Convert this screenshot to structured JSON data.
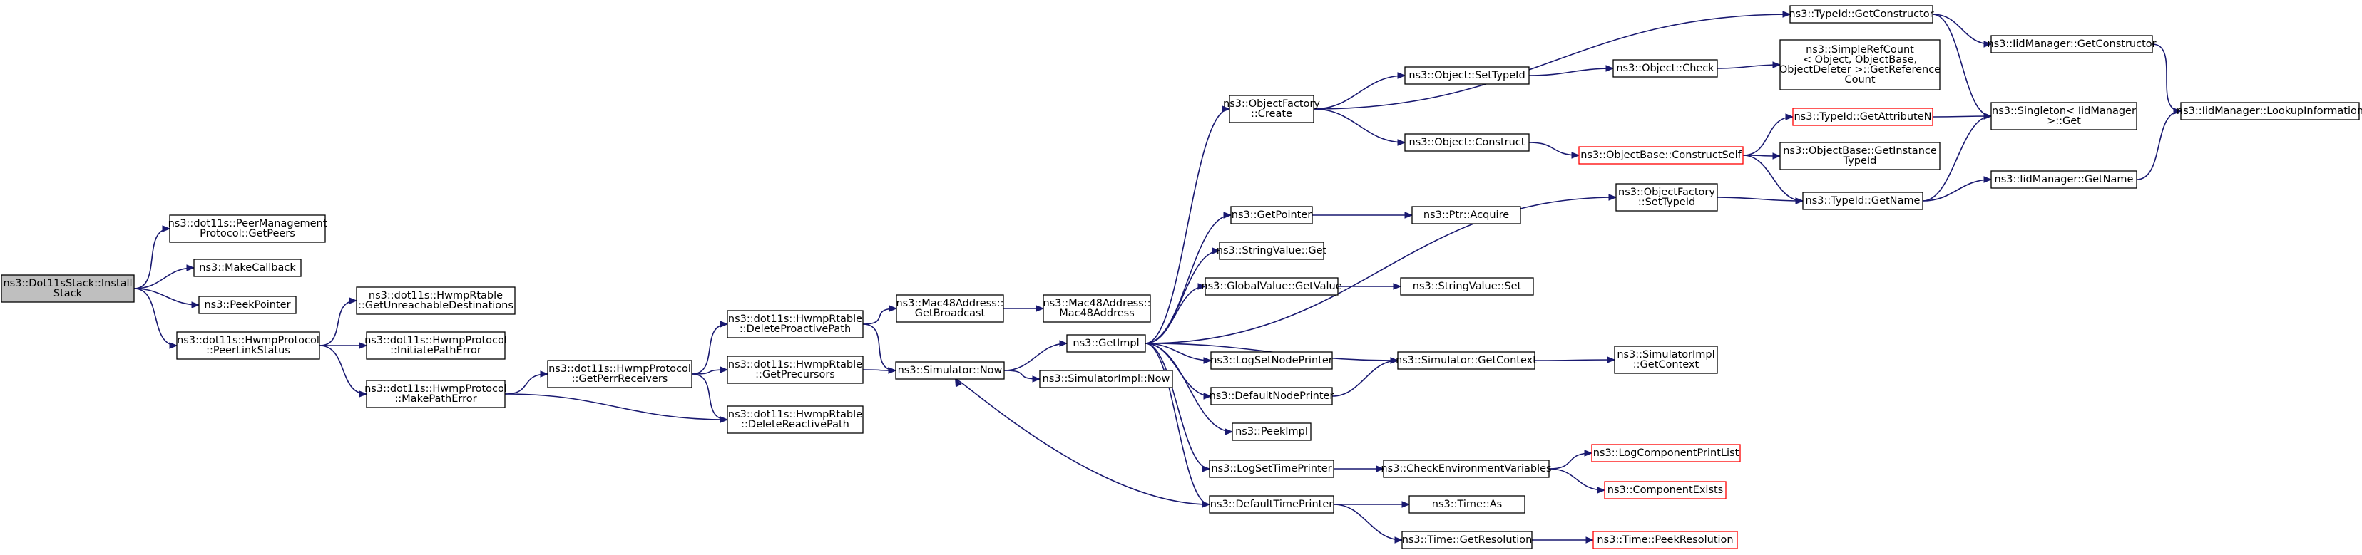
{
  "colors": {
    "edge": "#191970",
    "node_border": "#000000",
    "truncated_border": "#ff0000",
    "root_fill": "#bfbfbf",
    "node_fill": "#ffffff"
  },
  "nodes": [
    {
      "id": "n_install",
      "lines": [
        "ns3::Dot11sStack::Install",
        "Stack"
      ],
      "root": true
    },
    {
      "id": "n_getpeers",
      "lines": [
        "ns3::dot11s::PeerManagement",
        "Protocol::GetPeers"
      ]
    },
    {
      "id": "n_makecb",
      "lines": [
        "ns3::MakeCallback"
      ]
    },
    {
      "id": "n_peekptr",
      "lines": [
        "ns3::PeekPointer"
      ]
    },
    {
      "id": "n_peerlink",
      "lines": [
        "ns3::dot11s::HwmpProtocol",
        "::PeerLinkStatus"
      ]
    },
    {
      "id": "n_getunreach",
      "lines": [
        "ns3::dot11s::HwmpRtable",
        "::GetUnreachableDestinations"
      ]
    },
    {
      "id": "n_initpath",
      "lines": [
        "ns3::dot11s::HwmpProtocol",
        "::InitiatePathError"
      ]
    },
    {
      "id": "n_makepath",
      "lines": [
        "ns3::dot11s::HwmpProtocol",
        "::MakePathError"
      ]
    },
    {
      "id": "n_getperr",
      "lines": [
        "ns3::dot11s::HwmpProtocol",
        "::GetPerrReceivers"
      ]
    },
    {
      "id": "n_delproact",
      "lines": [
        "ns3::dot11s::HwmpRtable",
        "::DeleteProactivePath"
      ]
    },
    {
      "id": "n_getprec",
      "lines": [
        "ns3::dot11s::HwmpRtable",
        "::GetPrecursors"
      ]
    },
    {
      "id": "n_delreact",
      "lines": [
        "ns3::dot11s::HwmpRtable",
        "::DeleteReactivePath"
      ]
    },
    {
      "id": "n_getbcast",
      "lines": [
        "ns3::Mac48Address::",
        "GetBroadcast"
      ]
    },
    {
      "id": "n_mac48",
      "lines": [
        "ns3::Mac48Address::",
        "Mac48Address"
      ]
    },
    {
      "id": "n_simnow",
      "lines": [
        "ns3::Simulator::Now"
      ]
    },
    {
      "id": "n_getimpl",
      "lines": [
        "ns3::GetImpl"
      ]
    },
    {
      "id": "n_simimplnow",
      "lines": [
        "ns3::SimulatorImpl::Now"
      ]
    },
    {
      "id": "n_objcreate",
      "lines": [
        "ns3::ObjectFactory",
        "::Create"
      ]
    },
    {
      "id": "n_getpointer",
      "lines": [
        "ns3::GetPointer"
      ]
    },
    {
      "id": "n_strget",
      "lines": [
        "ns3::StringValue::Get"
      ]
    },
    {
      "id": "n_gvget",
      "lines": [
        "ns3::GlobalValue::GetValue"
      ]
    },
    {
      "id": "n_logsetnode",
      "lines": [
        "ns3::LogSetNodePrinter"
      ]
    },
    {
      "id": "n_defnode",
      "lines": [
        "ns3::DefaultNodePrinter"
      ]
    },
    {
      "id": "n_peekimpl",
      "lines": [
        "ns3::PeekImpl"
      ]
    },
    {
      "id": "n_logsettime",
      "lines": [
        "ns3::LogSetTimePrinter"
      ]
    },
    {
      "id": "n_deftime",
      "lines": [
        "ns3::DefaultTimePrinter"
      ]
    },
    {
      "id": "n_settypeid",
      "lines": [
        "ns3::Object::SetTypeId"
      ]
    },
    {
      "id": "n_construct",
      "lines": [
        "ns3::Object::Construct"
      ]
    },
    {
      "id": "n_ptracq",
      "lines": [
        "ns3::Ptr::Acquire"
      ]
    },
    {
      "id": "n_strset",
      "lines": [
        "ns3::StringValue::Set"
      ]
    },
    {
      "id": "n_getctx",
      "lines": [
        "ns3::Simulator::GetContext"
      ]
    },
    {
      "id": "n_checkenv",
      "lines": [
        "ns3::CheckEnvironmentVariables"
      ]
    },
    {
      "id": "n_timeas",
      "lines": [
        "ns3::Time::As"
      ]
    },
    {
      "id": "n_getres",
      "lines": [
        "ns3::Time::GetResolution"
      ]
    },
    {
      "id": "n_typegetctor",
      "lines": [
        "ns3::TypeId::GetConstructor"
      ]
    },
    {
      "id": "n_objcheck",
      "lines": [
        "ns3::Object::Check"
      ]
    },
    {
      "id": "n_constself",
      "lines": [
        "ns3::ObjectBase::ConstructSelf"
      ],
      "truncated": true
    },
    {
      "id": "n_ofsettypeid",
      "lines": [
        "ns3::ObjectFactory",
        "::SetTypeId"
      ]
    },
    {
      "id": "n_simimplctx",
      "lines": [
        "ns3::SimulatorImpl",
        "::GetContext"
      ]
    },
    {
      "id": "n_logcompprint",
      "lines": [
        "ns3::LogComponentPrintList"
      ],
      "truncated": true
    },
    {
      "id": "n_compexists",
      "lines": [
        "ns3::ComponentExists"
      ],
      "truncated": true
    },
    {
      "id": "n_peekres",
      "lines": [
        "ns3::Time::PeekResolution"
      ],
      "truncated": true
    },
    {
      "id": "n_simpleref",
      "lines": [
        "ns3::SimpleRefCount",
        "< Object, ObjectBase,",
        "ObjectDeleter >::GetReference",
        "Count"
      ]
    },
    {
      "id": "n_getattrn",
      "lines": [
        "ns3::TypeId::GetAttributeN"
      ],
      "truncated": true
    },
    {
      "id": "n_getinsttid",
      "lines": [
        "ns3::ObjectBase::GetInstance",
        "TypeId"
      ]
    },
    {
      "id": "n_typegetname",
      "lines": [
        "ns3::TypeId::GetName"
      ]
    },
    {
      "id": "n_iidgetctor",
      "lines": [
        "ns3::IidManager::GetConstructor"
      ]
    },
    {
      "id": "n_singleton",
      "lines": [
        "ns3::Singleton< IidManager",
        ">::Get"
      ]
    },
    {
      "id": "n_iidgetname",
      "lines": [
        "ns3::IidManager::GetName"
      ]
    },
    {
      "id": "n_lookup",
      "lines": [
        "ns3::IidManager::LookupInformation"
      ]
    }
  ],
  "edges": [
    [
      "n_install",
      "n_getpeers"
    ],
    [
      "n_install",
      "n_makecb"
    ],
    [
      "n_install",
      "n_peekptr"
    ],
    [
      "n_install",
      "n_peerlink"
    ],
    [
      "n_peerlink",
      "n_getunreach"
    ],
    [
      "n_peerlink",
      "n_initpath"
    ],
    [
      "n_peerlink",
      "n_makepath"
    ],
    [
      "n_makepath",
      "n_getperr"
    ],
    [
      "n_makepath",
      "n_delreact"
    ],
    [
      "n_getperr",
      "n_delproact"
    ],
    [
      "n_getperr",
      "n_getprec"
    ],
    [
      "n_getperr",
      "n_delreact"
    ],
    [
      "n_delproact",
      "n_getbcast"
    ],
    [
      "n_delproact",
      "n_simnow"
    ],
    [
      "n_getprec",
      "n_simnow"
    ],
    [
      "n_getbcast",
      "n_mac48"
    ],
    [
      "n_simnow",
      "n_getimpl"
    ],
    [
      "n_simnow",
      "n_simimplnow"
    ],
    [
      "n_getimpl",
      "n_objcreate"
    ],
    [
      "n_getimpl",
      "n_ofsettypeid"
    ],
    [
      "n_getimpl",
      "n_getpointer"
    ],
    [
      "n_getimpl",
      "n_strget"
    ],
    [
      "n_getimpl",
      "n_gvget"
    ],
    [
      "n_getimpl",
      "n_logsetnode"
    ],
    [
      "n_getimpl",
      "n_getctx"
    ],
    [
      "n_getimpl",
      "n_defnode"
    ],
    [
      "n_getimpl",
      "n_peekimpl"
    ],
    [
      "n_getimpl",
      "n_logsettime"
    ],
    [
      "n_getimpl",
      "n_deftime"
    ],
    [
      "n_objcreate",
      "n_typegetctor"
    ],
    [
      "n_objcreate",
      "n_settypeid"
    ],
    [
      "n_objcreate",
      "n_construct"
    ],
    [
      "n_settypeid",
      "n_objcheck"
    ],
    [
      "n_objcheck",
      "n_simpleref"
    ],
    [
      "n_construct",
      "n_constself"
    ],
    [
      "n_constself",
      "n_getattrn"
    ],
    [
      "n_constself",
      "n_getinsttid"
    ],
    [
      "n_constself",
      "n_typegetname"
    ],
    [
      "n_getattrn",
      "n_singleton"
    ],
    [
      "n_typegetctor",
      "n_iidgetctor"
    ],
    [
      "n_typegetctor",
      "n_singleton"
    ],
    [
      "n_iidgetctor",
      "n_lookup"
    ],
    [
      "n_ofsettypeid",
      "n_typegetname"
    ],
    [
      "n_typegetname",
      "n_singleton"
    ],
    [
      "n_typegetname",
      "n_iidgetname"
    ],
    [
      "n_iidgetname",
      "n_lookup"
    ],
    [
      "n_getpointer",
      "n_ptracq"
    ],
    [
      "n_gvget",
      "n_strset"
    ],
    [
      "n_defnode",
      "n_getctx"
    ],
    [
      "n_getctx",
      "n_simimplctx"
    ],
    [
      "n_logsettime",
      "n_checkenv"
    ],
    [
      "n_checkenv",
      "n_logcompprint"
    ],
    [
      "n_checkenv",
      "n_compexists"
    ],
    [
      "n_deftime",
      "n_timeas"
    ],
    [
      "n_deftime",
      "n_getres"
    ],
    [
      "n_deftime",
      "n_simnow"
    ],
    [
      "n_getres",
      "n_peekres"
    ]
  ]
}
